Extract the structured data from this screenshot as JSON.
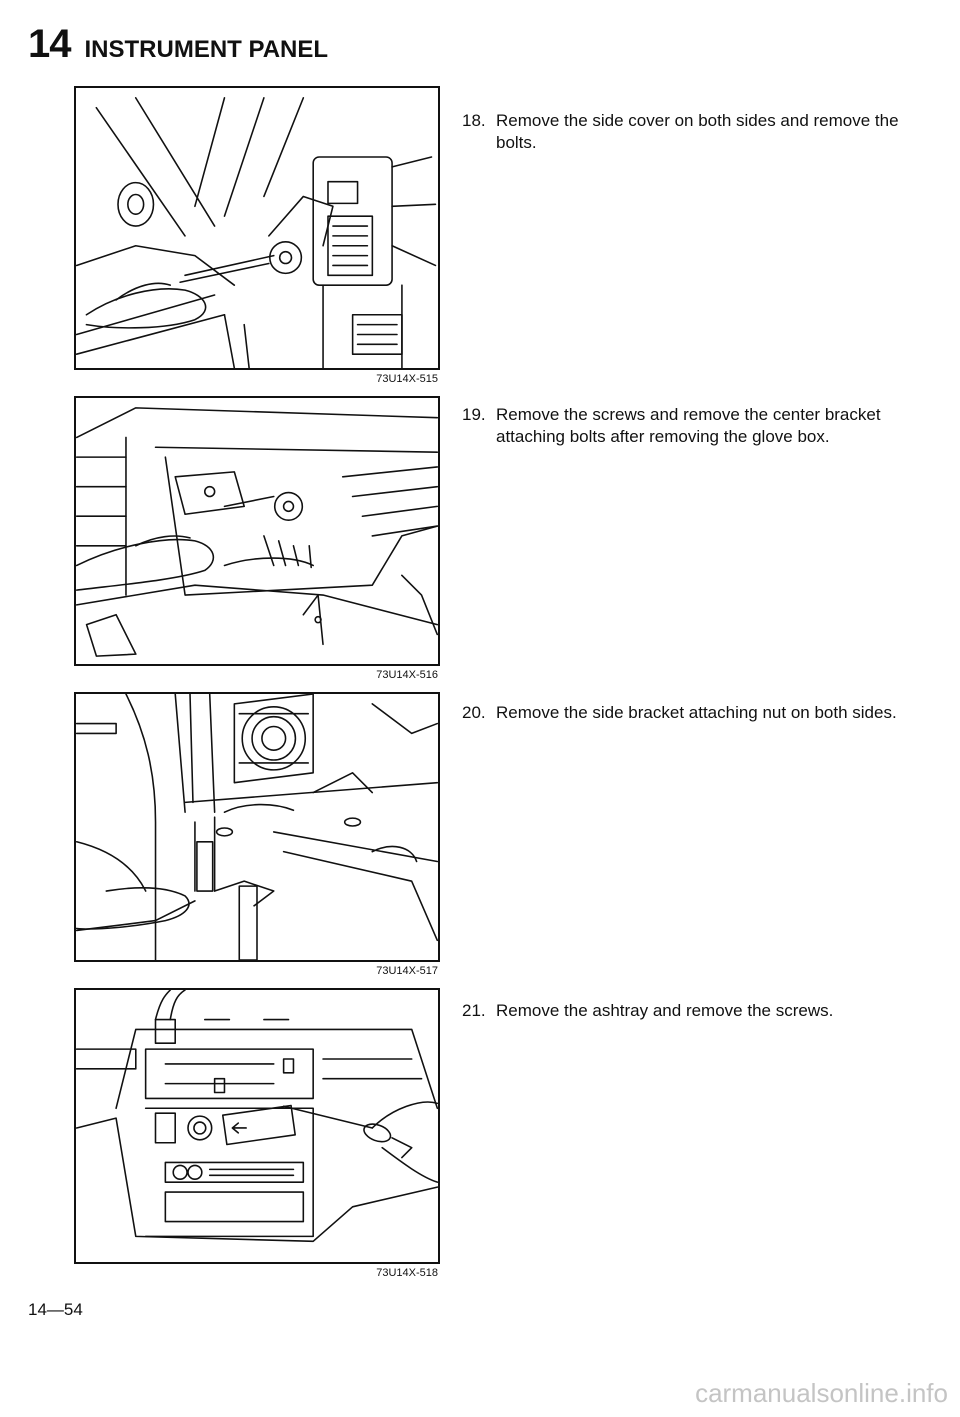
{
  "header": {
    "chapter_number": "14",
    "chapter_title": "INSTRUMENT PANEL"
  },
  "figures": [
    {
      "code": "73U14X-515"
    },
    {
      "code": "73U14X-516"
    },
    {
      "code": "73U14X-517"
    },
    {
      "code": "73U14X-518"
    }
  ],
  "steps": [
    {
      "number": "18.",
      "text": "Remove the side cover on both sides and remove the bolts."
    },
    {
      "number": "19.",
      "text": "Remove the screws and remove the center bracket attaching bolts after removing the glove box."
    },
    {
      "number": "20.",
      "text": "Remove the side bracket attaching nut on both sides."
    },
    {
      "number": "21.",
      "text": "Remove the ashtray and remove the screws."
    }
  ],
  "footer": {
    "page_number": "14—54"
  },
  "watermark": "carmanualsonline.info"
}
